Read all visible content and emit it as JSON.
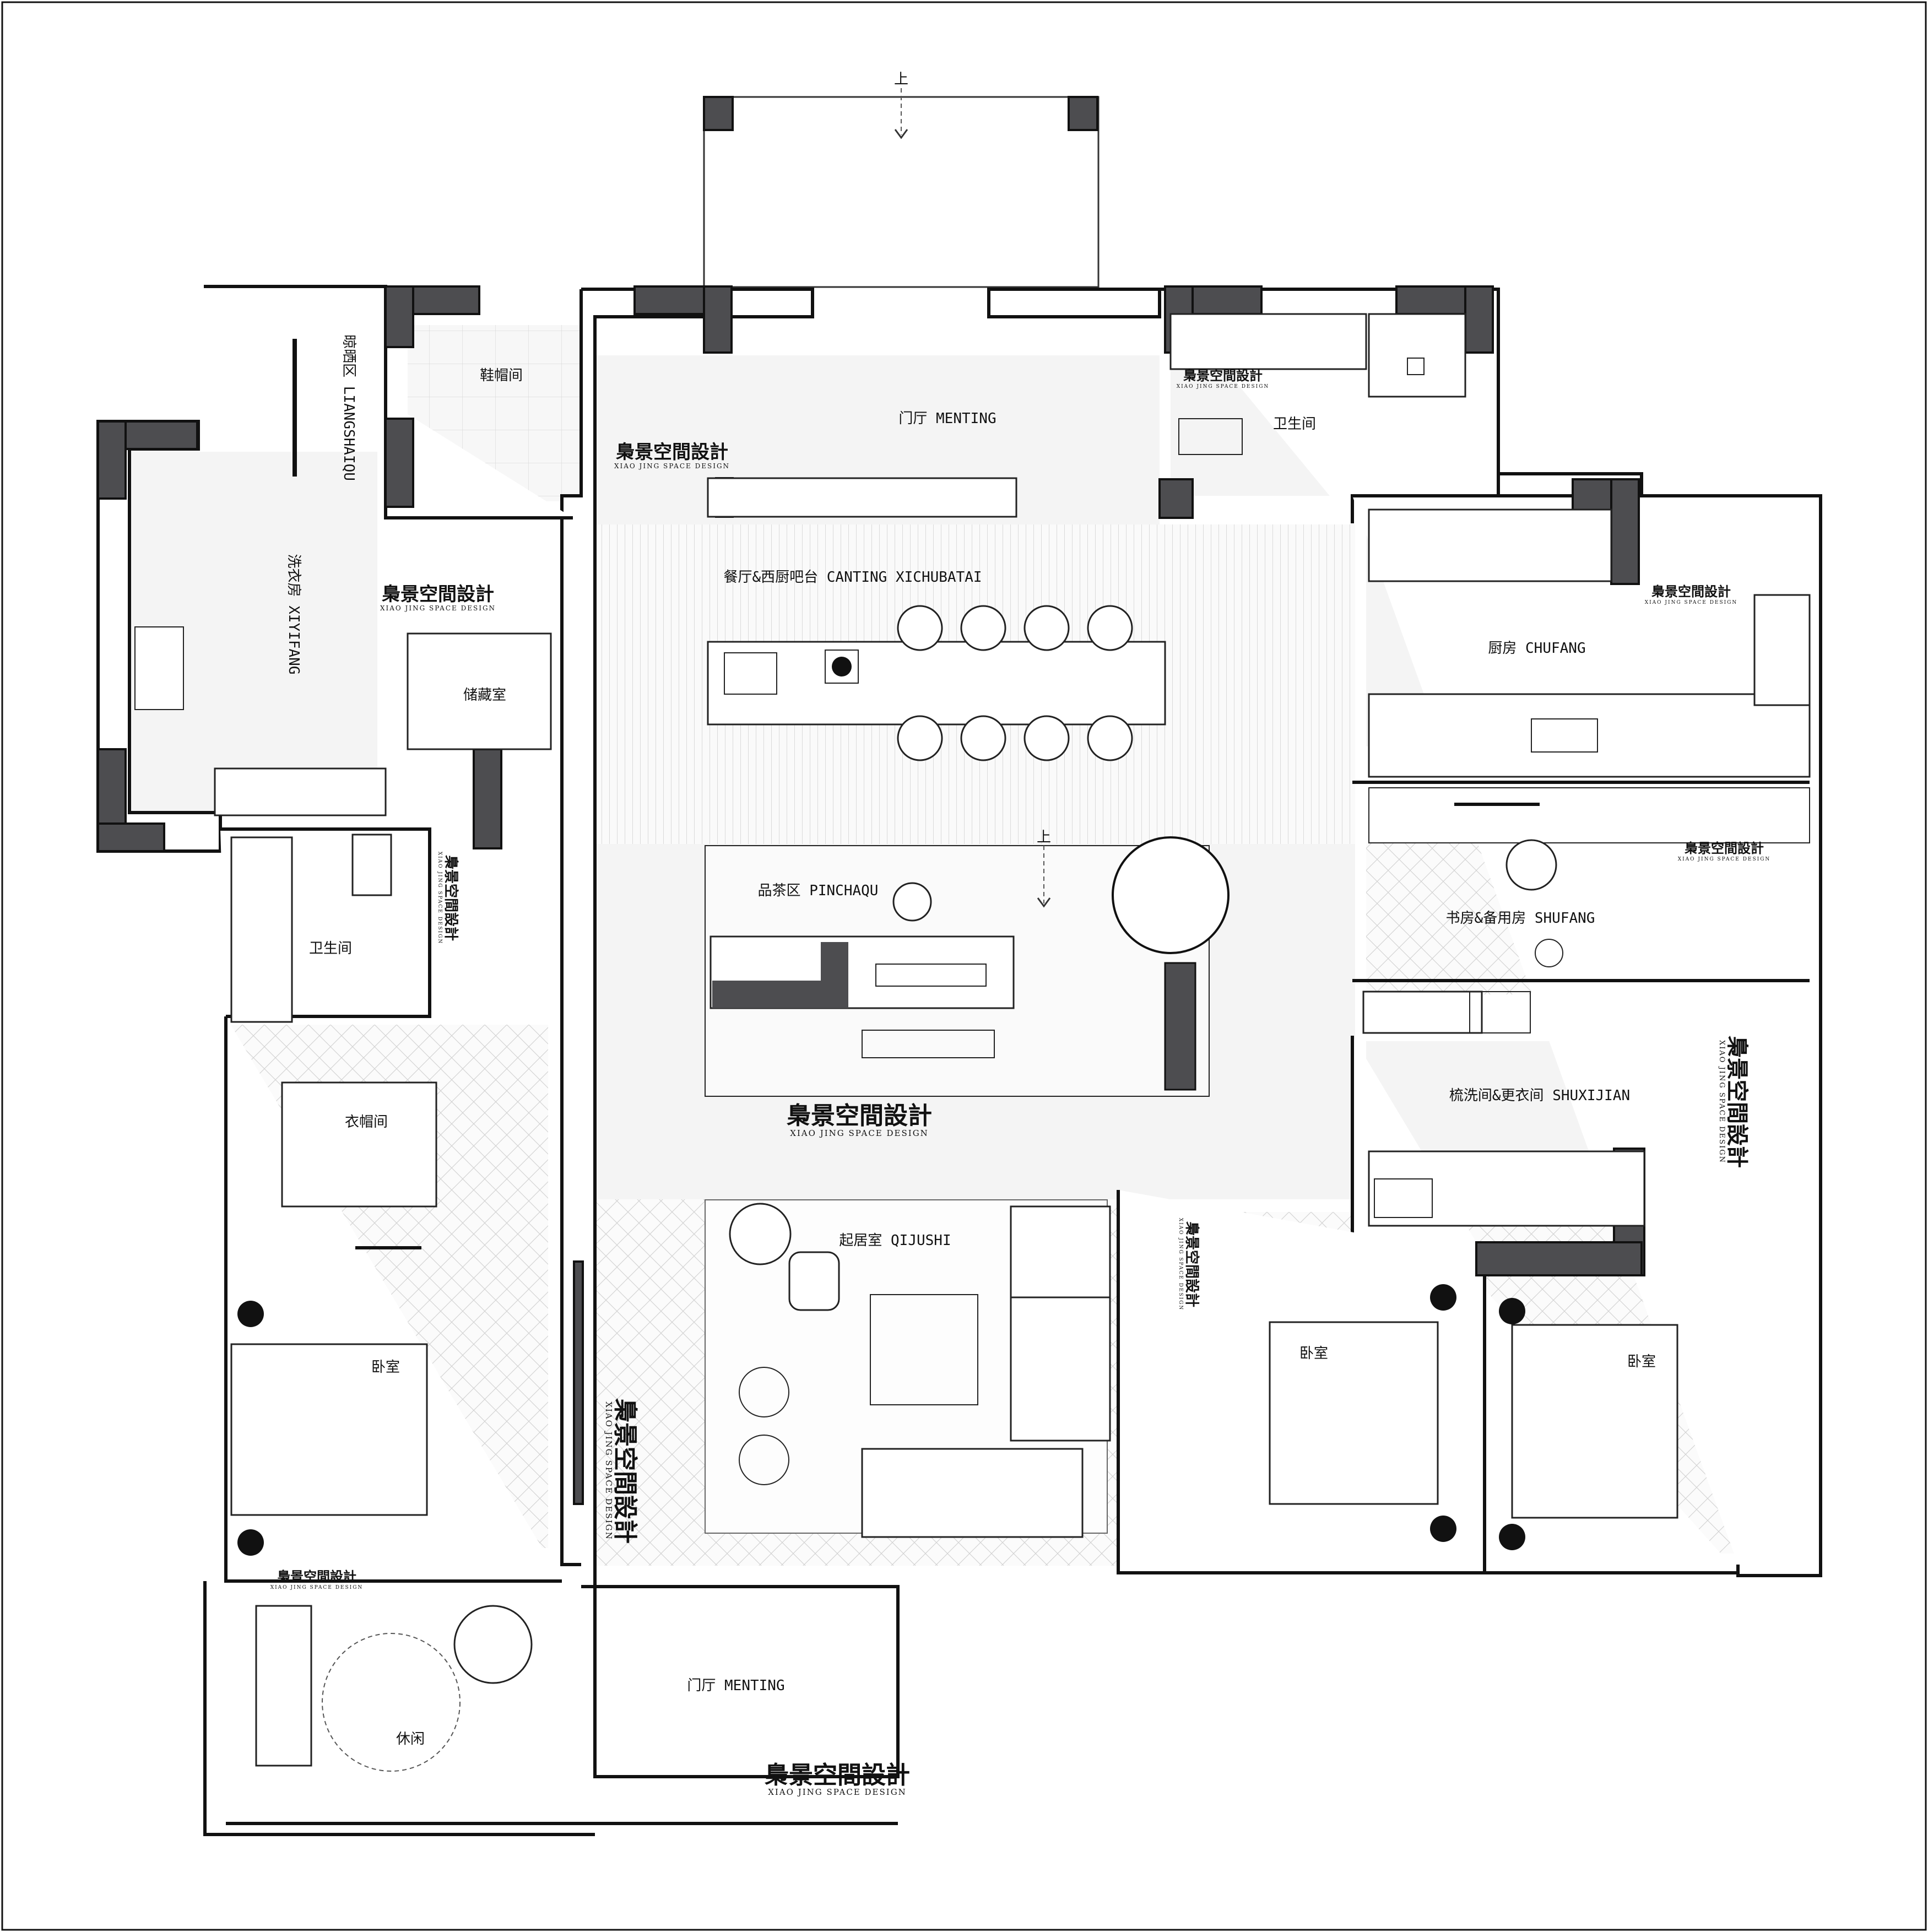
{
  "rooms": {
    "entrance_top": "门厅 MENTING",
    "entrance_bottom": "门厅 MENTING",
    "dining": "餐厅&西厨吧台 CANTING XICHUBATAI",
    "tea": "品茶区 PINCHAQU",
    "living": "起居室 QIJUSHI",
    "kitchen": "厨房 CHUFANG",
    "study": "书房&备用房 SHUFANG",
    "dressing": "梳洗间&更衣间 SHUXIJIAN",
    "bath_top": "卫生间",
    "bath_left": "卫生间",
    "shoe_room": "鞋帽间",
    "drying": "晾晒区 LIANGSHAIQU",
    "laundry": "洗衣房 XIYIFANG",
    "storage": "储藏室",
    "cloak": "衣帽间",
    "bedroom_left": "卧室",
    "bedroom_mid": "卧室",
    "bedroom_right": "卧室",
    "leisure": "休闲"
  },
  "markers": {
    "up_top": "上",
    "up_center": "上"
  },
  "brand": {
    "name": "梟景空間設計",
    "sub": "XIAO JING SPACE DESIGN"
  },
  "colors": {
    "wall": "#111111",
    "column": "#4d4d50",
    "floor": "#f4f4f4"
  }
}
